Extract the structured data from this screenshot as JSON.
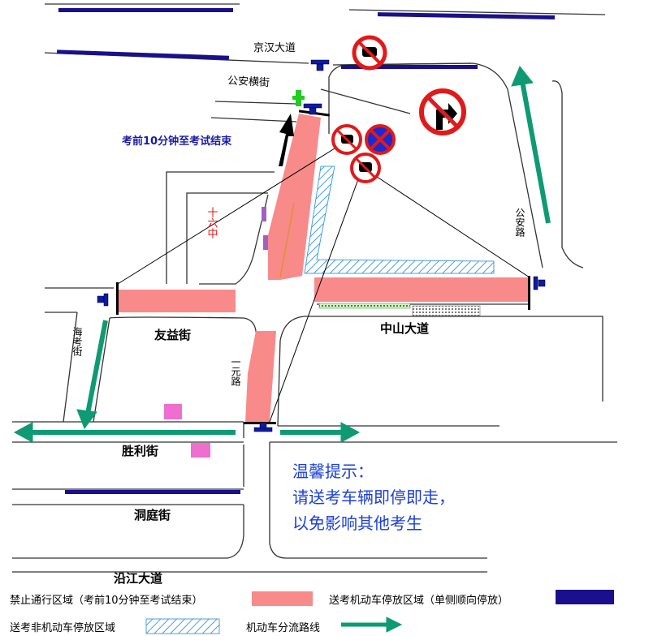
{
  "streets": {
    "jinghan": "京汉大道",
    "gongan_heng": "公安横街",
    "gongan_road": "公安路",
    "youyi": "友益街",
    "zhongshan": "中山大道",
    "haikao": "海考街",
    "yiyuan": "一元路",
    "shengli": "胜利街",
    "dongting": "洞庭街",
    "yanjiang": "沿江大道"
  },
  "school": "十六中",
  "time_note": "考前10分钟至考试结束",
  "tip": {
    "title": "温馨提示：",
    "line1": "请送考车辆即停即走，",
    "line2": "以免影响其他考生"
  },
  "legend": {
    "no_traffic": "禁止通行区域（考前10分钟至考试结束）",
    "motor_parking": "送考机动车停放区域（单侧顺向停放）",
    "nonmotor_parking": "送考非机动车停放区域",
    "diversion": "机动车分流路线"
  },
  "colors": {
    "no_traffic": "#f98a8a",
    "motor_parking": "#1a0f8c",
    "nonmotor_hatch": "#4a9fe0",
    "diversion_arrow": "#0e9a72",
    "police": "#0d1aa8",
    "sign_red": "#e01a1a",
    "tip_text": "#1a3fd8",
    "school_text": "#e01a1a",
    "note_text": "#1a1aa8",
    "marker_pink": "#ee6fcf"
  }
}
